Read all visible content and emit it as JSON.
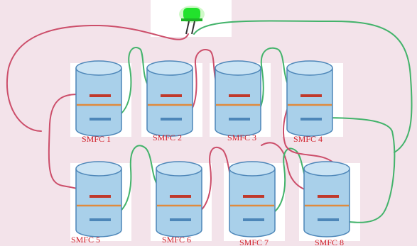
{
  "colors": {
    "background": "#f3e3ea",
    "cell_fill": "#a9d0ea",
    "cell_stroke": "#4d86b8",
    "cell_top": "#c9e3f4",
    "anode": "#4d86b8",
    "cathode": "#c0392b",
    "membrane": "#e08a3c",
    "red_wire": "#cc4e6a",
    "green_wire": "#43b36b",
    "led_green": "#22e22c",
    "label": "#d0202a"
  },
  "led": {
    "icon": "led-icon"
  },
  "cells": [
    {
      "id": "smfc-1",
      "label": "SMFC 1"
    },
    {
      "id": "smfc-2",
      "label": "SMFC 2"
    },
    {
      "id": "smfc-3",
      "label": "SMFC 3"
    },
    {
      "id": "smfc-4",
      "label": "SMFC 4"
    },
    {
      "id": "smfc-5",
      "label": "SMFC 5"
    },
    {
      "id": "smfc-6",
      "label": "SMFC 6"
    },
    {
      "id": "smfc-7",
      "label": "SMFC 7"
    },
    {
      "id": "smfc-8",
      "label": "SMFC 8"
    }
  ]
}
